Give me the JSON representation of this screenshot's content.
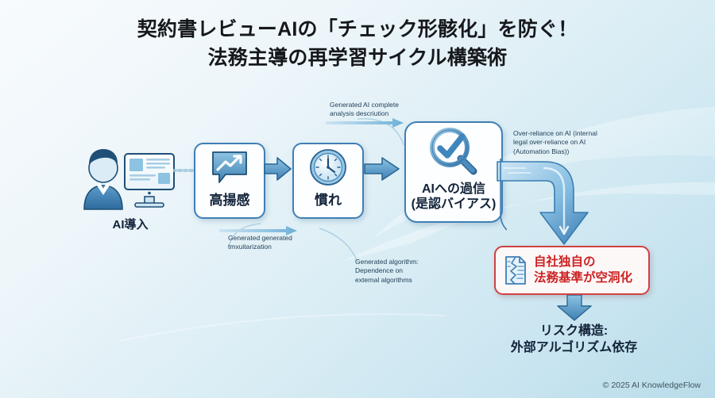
{
  "slide": {
    "title_line1": "契約書レビューAIの「チェック形骸化」を防ぐ！",
    "title_line2": "法務主導の再学習サイクル構築術",
    "footer": "© 2025 AI KnowledgeFlow",
    "bg_start": "#f8fbfd",
    "bg_end": "#b9dcea",
    "accent_blue": "#3f7fb5",
    "accent_red": "#cc2222"
  },
  "actor": {
    "label": "AI導入",
    "person_icon": "person-icon",
    "monitor_icon": "monitor-icon"
  },
  "flow": {
    "steps": [
      {
        "label": "高揚感",
        "icon": "trending-up-chart-icon"
      },
      {
        "label": "慣れ",
        "icon": "clock-icon"
      },
      {
        "label_line1": "AIへの過信",
        "label_line2": "(是認バイアス)",
        "icon": "magnifier-check-icon"
      }
    ]
  },
  "notes": {
    "top_center": "Generated AI complete\nanalysis descriution",
    "top_center_l1": "Generated AI complete",
    "top_center_l2": "analysis descriution",
    "right_l1": "Over-reliance on AI (internal",
    "right_l2": "legal over-reliance on AI",
    "right_l3": "(Automation Bias))",
    "bottom_left_l1": "Generated generated",
    "bottom_left_l2": "tmxuitarization",
    "bottom_mid_l1": "Generated algorithm:",
    "bottom_mid_l2": "Dependence on",
    "bottom_mid_l3": "external algorithms"
  },
  "warning": {
    "icon": "torn-document-icon",
    "line1": "自社独自の",
    "line2": "法務基準が空洞化"
  },
  "conclusion": {
    "line1": "リスク構造:",
    "line2": "外部アルゴリズム依存"
  }
}
